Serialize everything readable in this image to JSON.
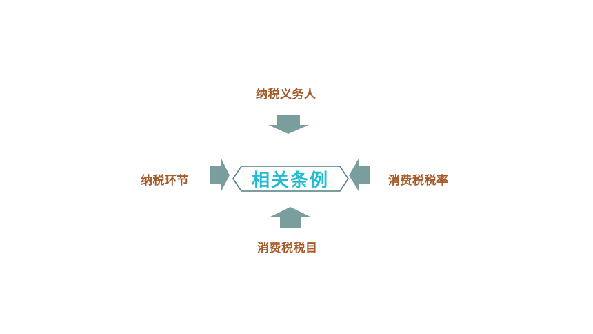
{
  "diagram": {
    "center": "相关条例",
    "top": "纳税义务人",
    "left": "纳税环节",
    "right": "消费税税率",
    "bottom": "消费税税目"
  },
  "colors": {
    "label_text": "#a55a2a",
    "arrow_fill": "#7a9e9e",
    "center_text": "#1fbcd2",
    "center_border": "#4f7f84"
  }
}
